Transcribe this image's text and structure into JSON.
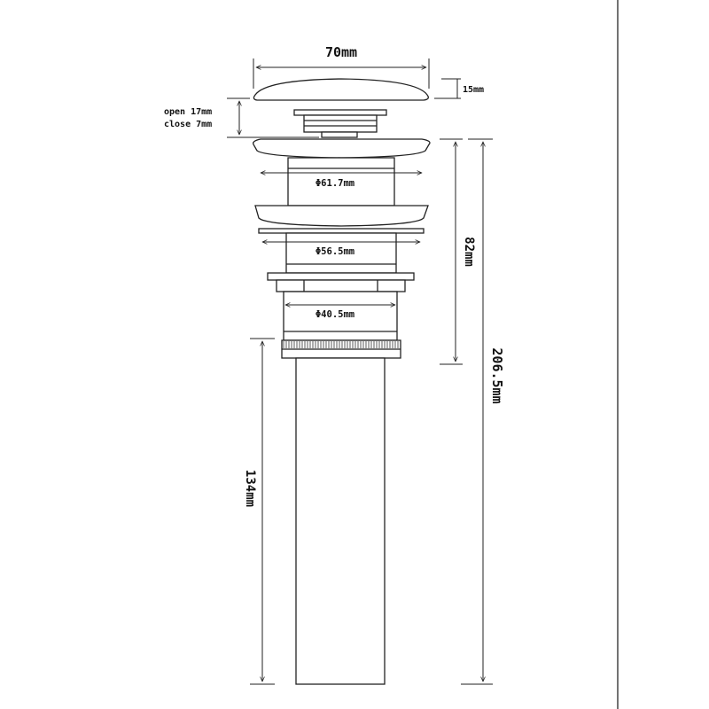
{
  "diagram": {
    "labels": {
      "top_width": "70mm",
      "cap_height": "15mm",
      "open_travel": "open 17mm",
      "close_travel": "close 7mm",
      "dia_upper": "Φ61.7mm",
      "dia_middle": "Φ56.5mm",
      "dia_lower": "Φ40.5mm",
      "body_height": "82mm",
      "total_height": "206.5mm",
      "tail_length": "134mm"
    },
    "colors": {
      "line": "#222222",
      "text": "#111111",
      "background": "#ffffff",
      "frame": "#444444"
    }
  }
}
